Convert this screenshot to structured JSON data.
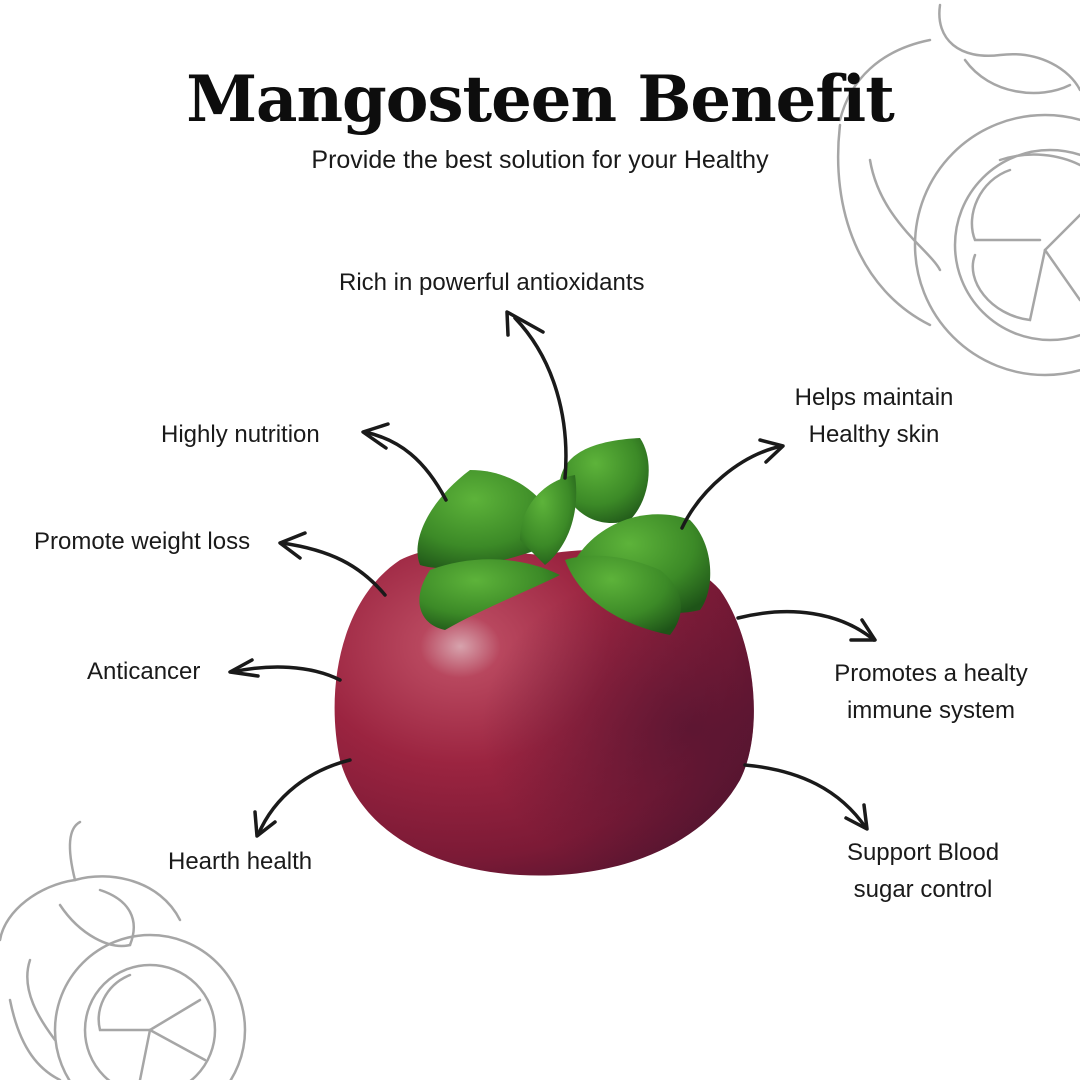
{
  "title": "Mangosteen Benefit",
  "subtitle": "Provide the best solution for your Healthy",
  "benefits": {
    "antioxidants": "Rich in powerful antioxidants",
    "nutrition": "Highly nutrition",
    "weight_loss": "Promote weight loss",
    "anticancer": "Anticancer",
    "heart": "Hearth health",
    "skin_line1": "Helps maintain",
    "skin_line2": "Healthy skin",
    "immune_line1": "Promotes a healty",
    "immune_line2": "immune system",
    "blood_line1": "Support Blood",
    "blood_line2": "sugar control"
  },
  "colors": {
    "fruit": "#8e1f3c",
    "fruit_dark": "#5a1530",
    "leaf": "#3f8f2a",
    "outline": "#a6a6a6",
    "arrow": "#1a1a1a"
  }
}
